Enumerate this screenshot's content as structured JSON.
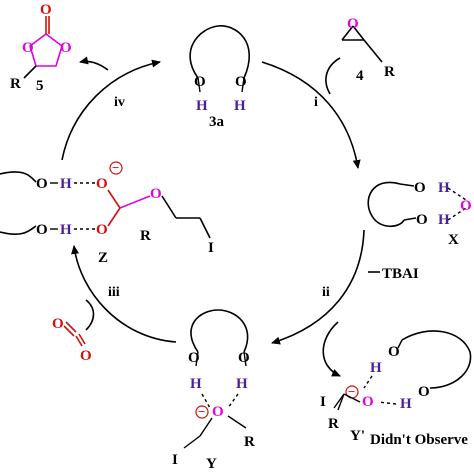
{
  "colors": {
    "hydrogen": "#4a1f9a",
    "epoxide_oxygen": "#e000e0",
    "carbonate_red": "#d01010",
    "bond": "#000000"
  },
  "labels": {
    "cyclic_carbonate": "5",
    "catalyst": "3a",
    "epoxide": "4",
    "intermediate_x": "X",
    "intermediate_y": "Y",
    "intermediate_y_prime": "Y'",
    "intermediate_z": "Z",
    "reagent": "TBAI",
    "not_observed": "Didn't Observe",
    "r": "R",
    "i_atom": "I",
    "o": "O",
    "h": "H",
    "minus": "−"
  },
  "steps": {
    "i": "i",
    "ii": "ii",
    "iii": "iii",
    "iv": "iv"
  }
}
